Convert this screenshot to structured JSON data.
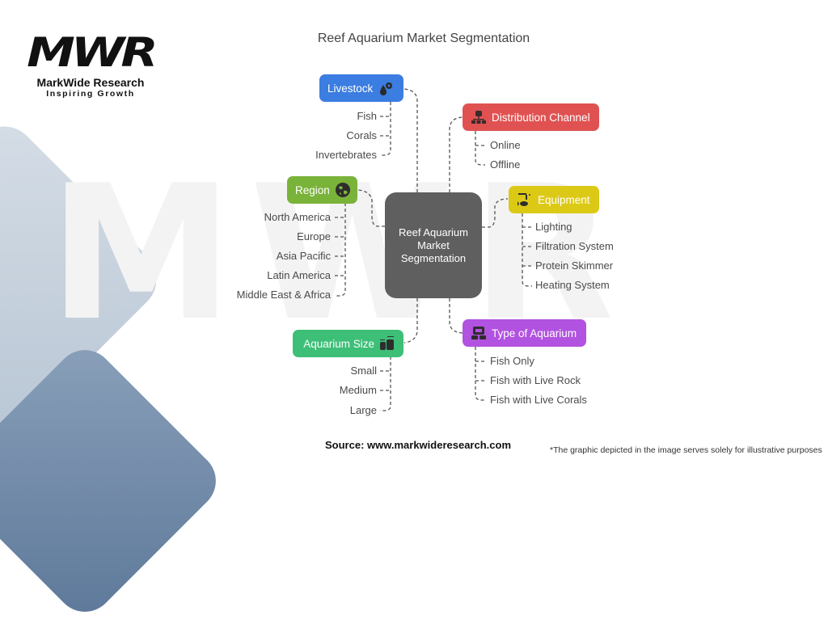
{
  "logo": {
    "mark": "MWR",
    "name": "MarkWide Research",
    "tagline": "Inspiring Growth"
  },
  "watermark": "MWR",
  "title": "Reef Aquarium Market Segmentation",
  "center": {
    "label": "Reef Aquarium Market Segmentation",
    "color": "#5f5f5f"
  },
  "segments": {
    "livestock": {
      "label": "Livestock",
      "icon": "water-drops-icon",
      "color": "#3b7de0",
      "items": [
        "Fish",
        "Corals",
        "Invertebrates"
      ]
    },
    "region": {
      "label": "Region",
      "icon": "globe-icon",
      "color": "#7ab33a",
      "items": [
        "North America",
        "Europe",
        "Asia Pacific",
        "Latin America",
        "Middle East & Africa"
      ]
    },
    "aquarium_size": {
      "label": "Aquarium Size",
      "icon": "tanks-size-icon",
      "color": "#3dbf77",
      "items": [
        "Small",
        "Medium",
        "Large"
      ]
    },
    "distribution_channel": {
      "label": "Distribution Channel",
      "icon": "network-icon",
      "color": "#e05252",
      "items": [
        "Online",
        "Offline"
      ]
    },
    "equipment": {
      "label": "Equipment",
      "icon": "fish-equipment-icon",
      "color": "#dcc916",
      "items": [
        "Lighting",
        "Filtration System",
        "Protein Skimmer",
        "Heating System"
      ]
    },
    "type_of_aquarium": {
      "label": "Type of Aquarium",
      "icon": "aquarium-tank-icon",
      "color": "#b252e0",
      "items": [
        "Fish Only",
        "Fish with Live Rock",
        "Fish with Live Corals"
      ]
    }
  },
  "footer": {
    "source": "Source: www.markwideresearch.com",
    "disclaimer": "*The graphic depicted in the image serves solely for illustrative purposes"
  }
}
